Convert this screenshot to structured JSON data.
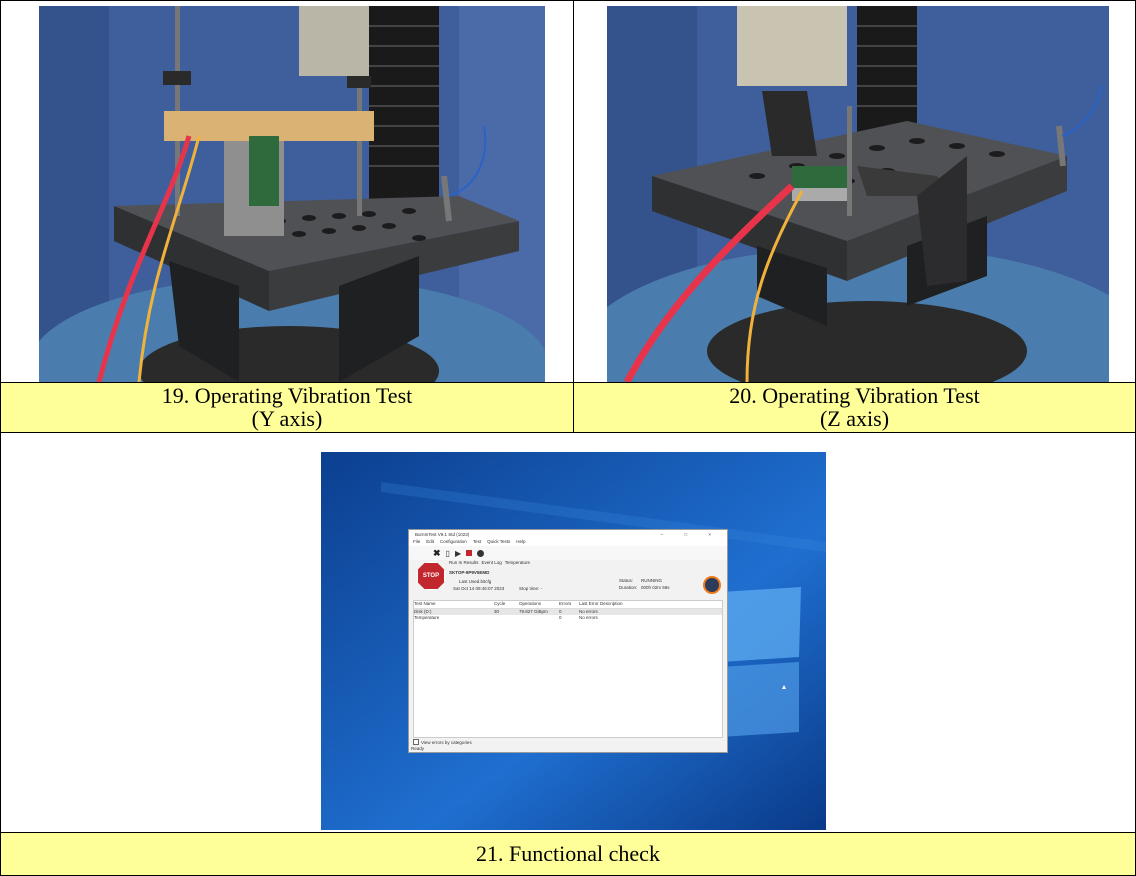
{
  "captions": {
    "photo19": {
      "line1": "19. Operating Vibration Test",
      "line2": "(Y axis)"
    },
    "photo20": {
      "line1": "20. Operating Vibration Test",
      "line2": "(Z axis)"
    },
    "photo21": {
      "line1": "21. Functional check"
    }
  },
  "colors": {
    "caption_bg": "#ffff99",
    "curtain_blue": "#3f5f9c",
    "granite": "#3b3c3e",
    "shaker_blue": "#4a7dae",
    "cable_red": "#e8344b",
    "desktop_blue": "#1f6fd0"
  },
  "screen_app": {
    "title": "BurnInTest V9.1 Std (1023)",
    "menu": [
      "File",
      "Edit",
      "Configuration",
      "Test",
      "Quick Tests",
      "Help"
    ],
    "stop_label": "STOP",
    "tabs": [
      "Run In Results",
      "Event Log",
      "Temperature"
    ],
    "machine": "SKTOP-9P9V5EMD",
    "config": "Last Used.bitcfg",
    "started": "Sat Oct 14 09:46:07 2023",
    "stop_time_label": "Stop time: -",
    "status_label": "Status:",
    "status_value": "RUNNING",
    "duration_label": "Duration:",
    "duration_value": "000h 02m 58s",
    "table_headers": [
      "Test Name",
      "Cycle",
      "Operations",
      "Errors",
      "Last Error Description"
    ],
    "rows": [
      {
        "name": "Disk (D:)",
        "cycle": "30",
        "ops": "79.827 GiBpm",
        "errors": "0",
        "desc": "No errors"
      },
      {
        "name": "Temperature",
        "cycle": "",
        "ops": "",
        "errors": "0",
        "desc": "No errors"
      }
    ],
    "checkbox_label": "View errors by categories",
    "status_bar": "Ready"
  }
}
